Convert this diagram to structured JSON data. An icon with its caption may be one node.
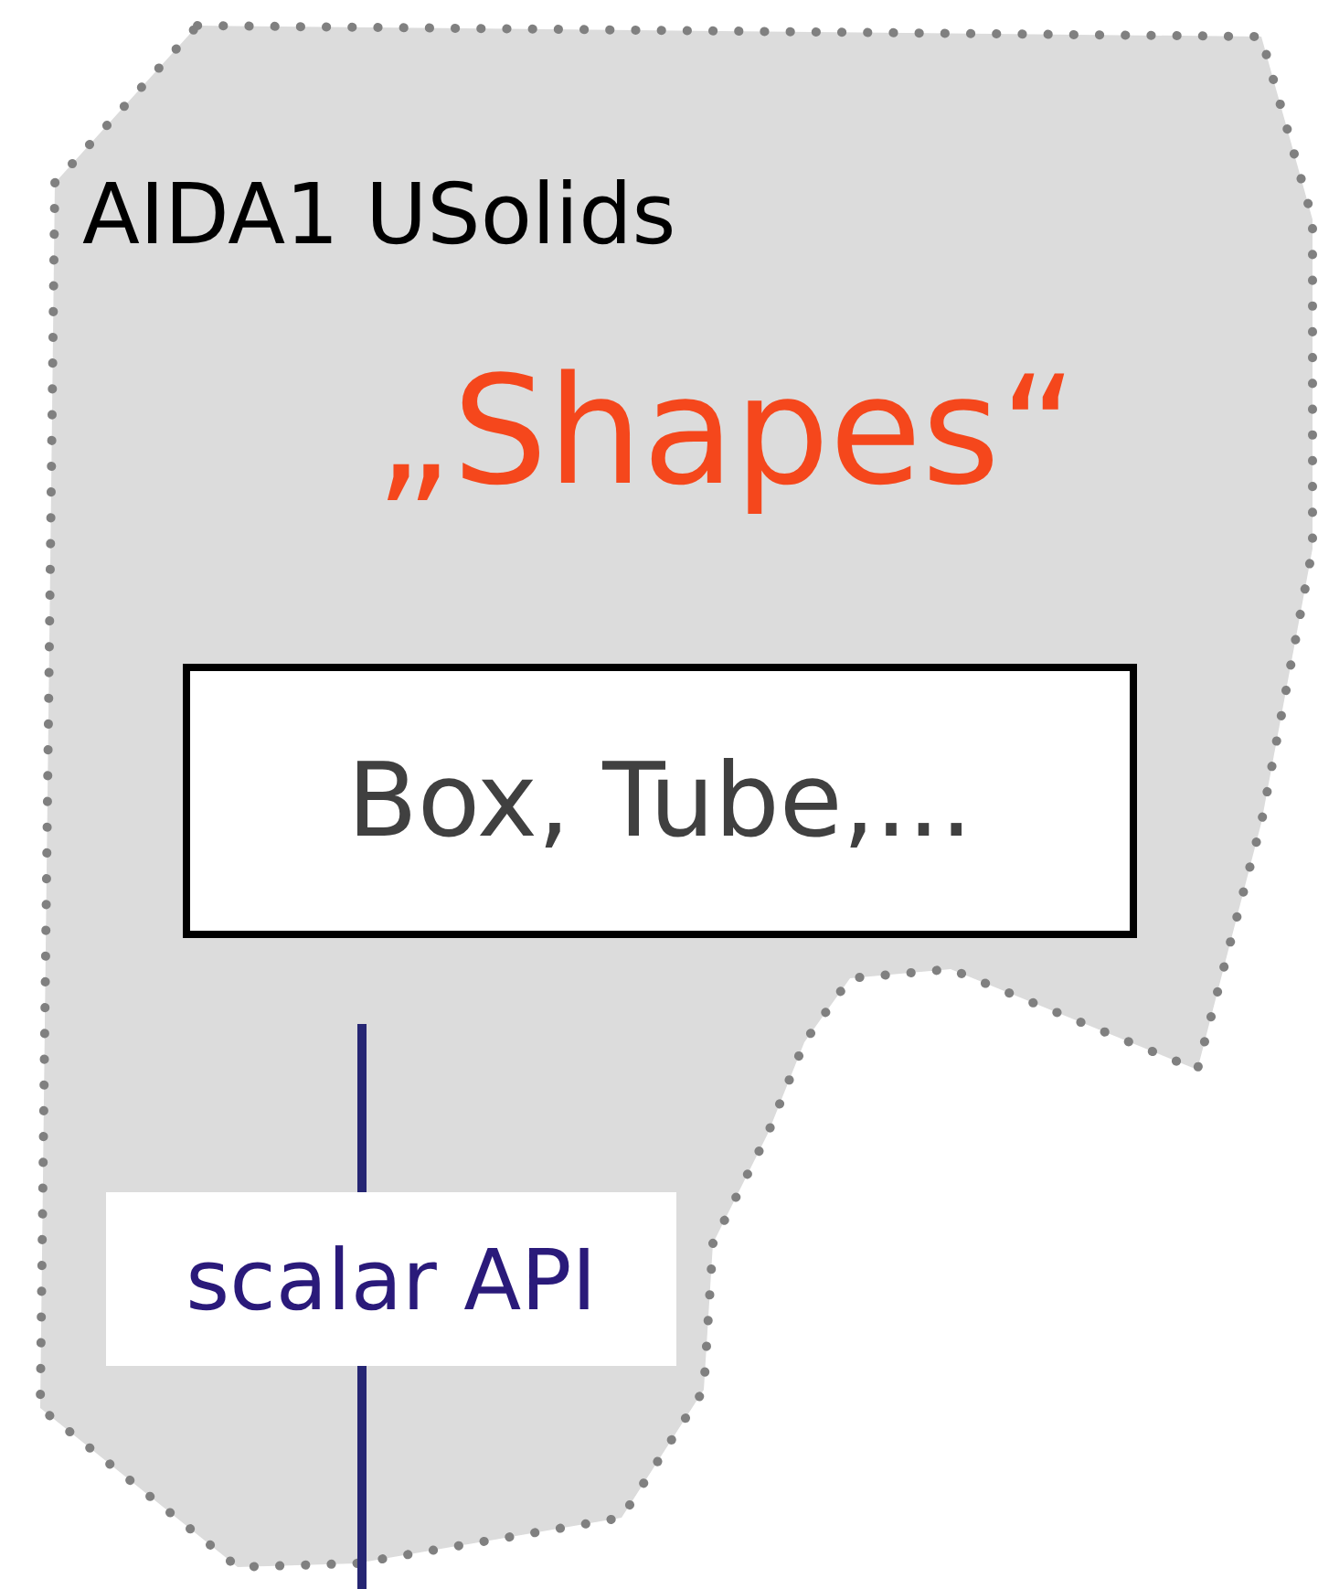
{
  "diagram": {
    "nodes": [
      {
        "text": [
          "AIDA1 USolids",
          "„Shapes“"
        ]
      },
      {
        "text": [
          "Box, Tube,..."
        ],
        "in": 0
      },
      {
        "text": [
          "scalar API"
        ],
        "in": 0
      }
    ]
  }
}
